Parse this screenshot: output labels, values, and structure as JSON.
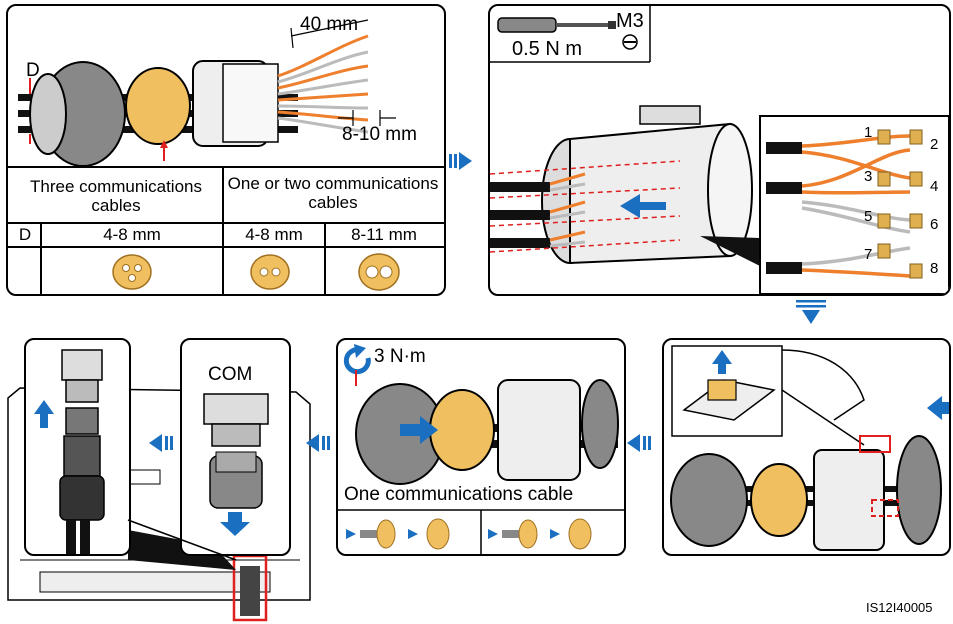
{
  "panel1": {
    "d_label": "D",
    "strip_length": "40 mm",
    "wire_strip": "8-10 mm",
    "table": {
      "header_left": "Three communications cables",
      "header_right": "One or two communications cables",
      "row_label": "D",
      "sizes": [
        "4-8 mm",
        "4-8 mm",
        "8-11 mm"
      ]
    }
  },
  "panel2": {
    "screwdriver_size": "M3",
    "torque": "0.5 N m",
    "pin_numbers": [
      "1",
      "2",
      "3",
      "4",
      "5",
      "6",
      "7",
      "8"
    ]
  },
  "panel4": {
    "torque": "3 N·m",
    "caption": "One communications cable"
  },
  "panel5": {
    "port_label": "COM"
  },
  "figure_id": "IS12I40005",
  "colors": {
    "accent_blue": "#1a6fc0",
    "seal_yellow": "#f0c060",
    "wire_orange": "#ee7f2d",
    "highlight_red": "#e0201e"
  }
}
